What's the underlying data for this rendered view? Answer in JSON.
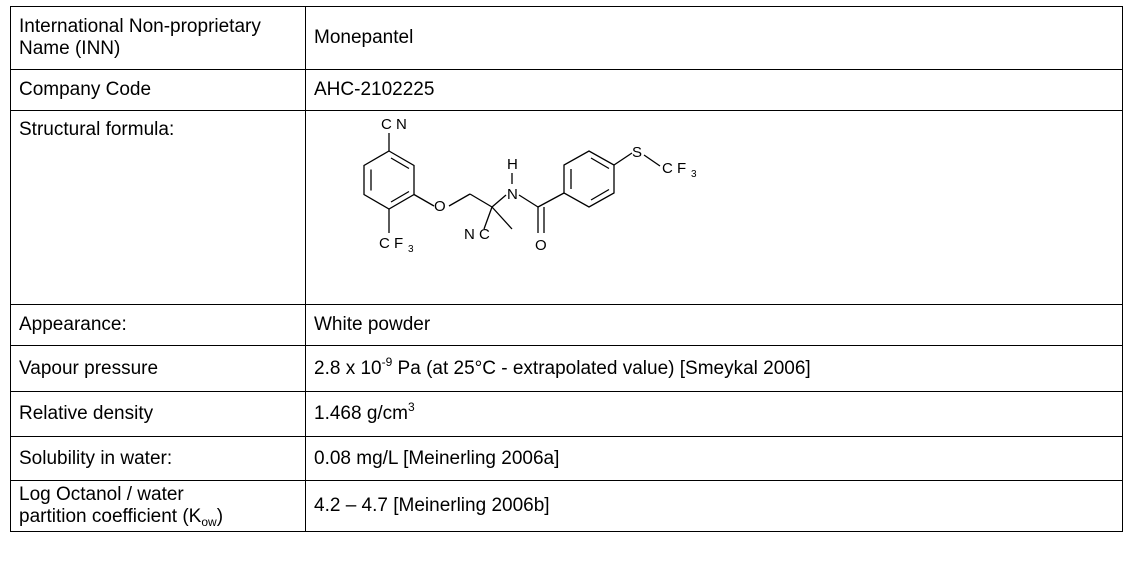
{
  "rows": {
    "inn": {
      "label": "International Non-proprietary Name (INN)",
      "value": "Monepantel"
    },
    "code": {
      "label": "Company Code",
      "value": "AHC-2102225"
    },
    "structure": {
      "label": "Structural formula:",
      "atoms": {
        "cn_top": "C N",
        "o_ether": "O",
        "h": "H",
        "n": "N",
        "s": "S",
        "cf3_right": "C F",
        "cf3_right_sub": "3",
        "cf3_left": "C F",
        "cf3_left_sub": "3",
        "nc": "N C",
        "o_carbonyl": "O"
      }
    },
    "appearance": {
      "label": "Appearance:",
      "value": "White powder"
    },
    "vapour": {
      "label": "Vapour pressure",
      "value_pre": "2.8 x 10",
      "value_sup": "-9",
      "value_post": " Pa (at 25°C - extrapolated value) [Smeykal 2006]"
    },
    "density": {
      "label": "Relative density",
      "value_pre": "1.468 g/cm",
      "value_sup": "3"
    },
    "solubility": {
      "label": "Solubility in water:",
      "value": "0.08 mg/L [Meinerling 2006a]"
    },
    "logkow": {
      "label_line1": "Log Octanol / water",
      "label_line2_pre": "partition coefficient (K",
      "label_sub": "ow",
      "label_line2_post": ")",
      "value": "4.2 – 4.7 [Meinerling 2006b]"
    }
  }
}
